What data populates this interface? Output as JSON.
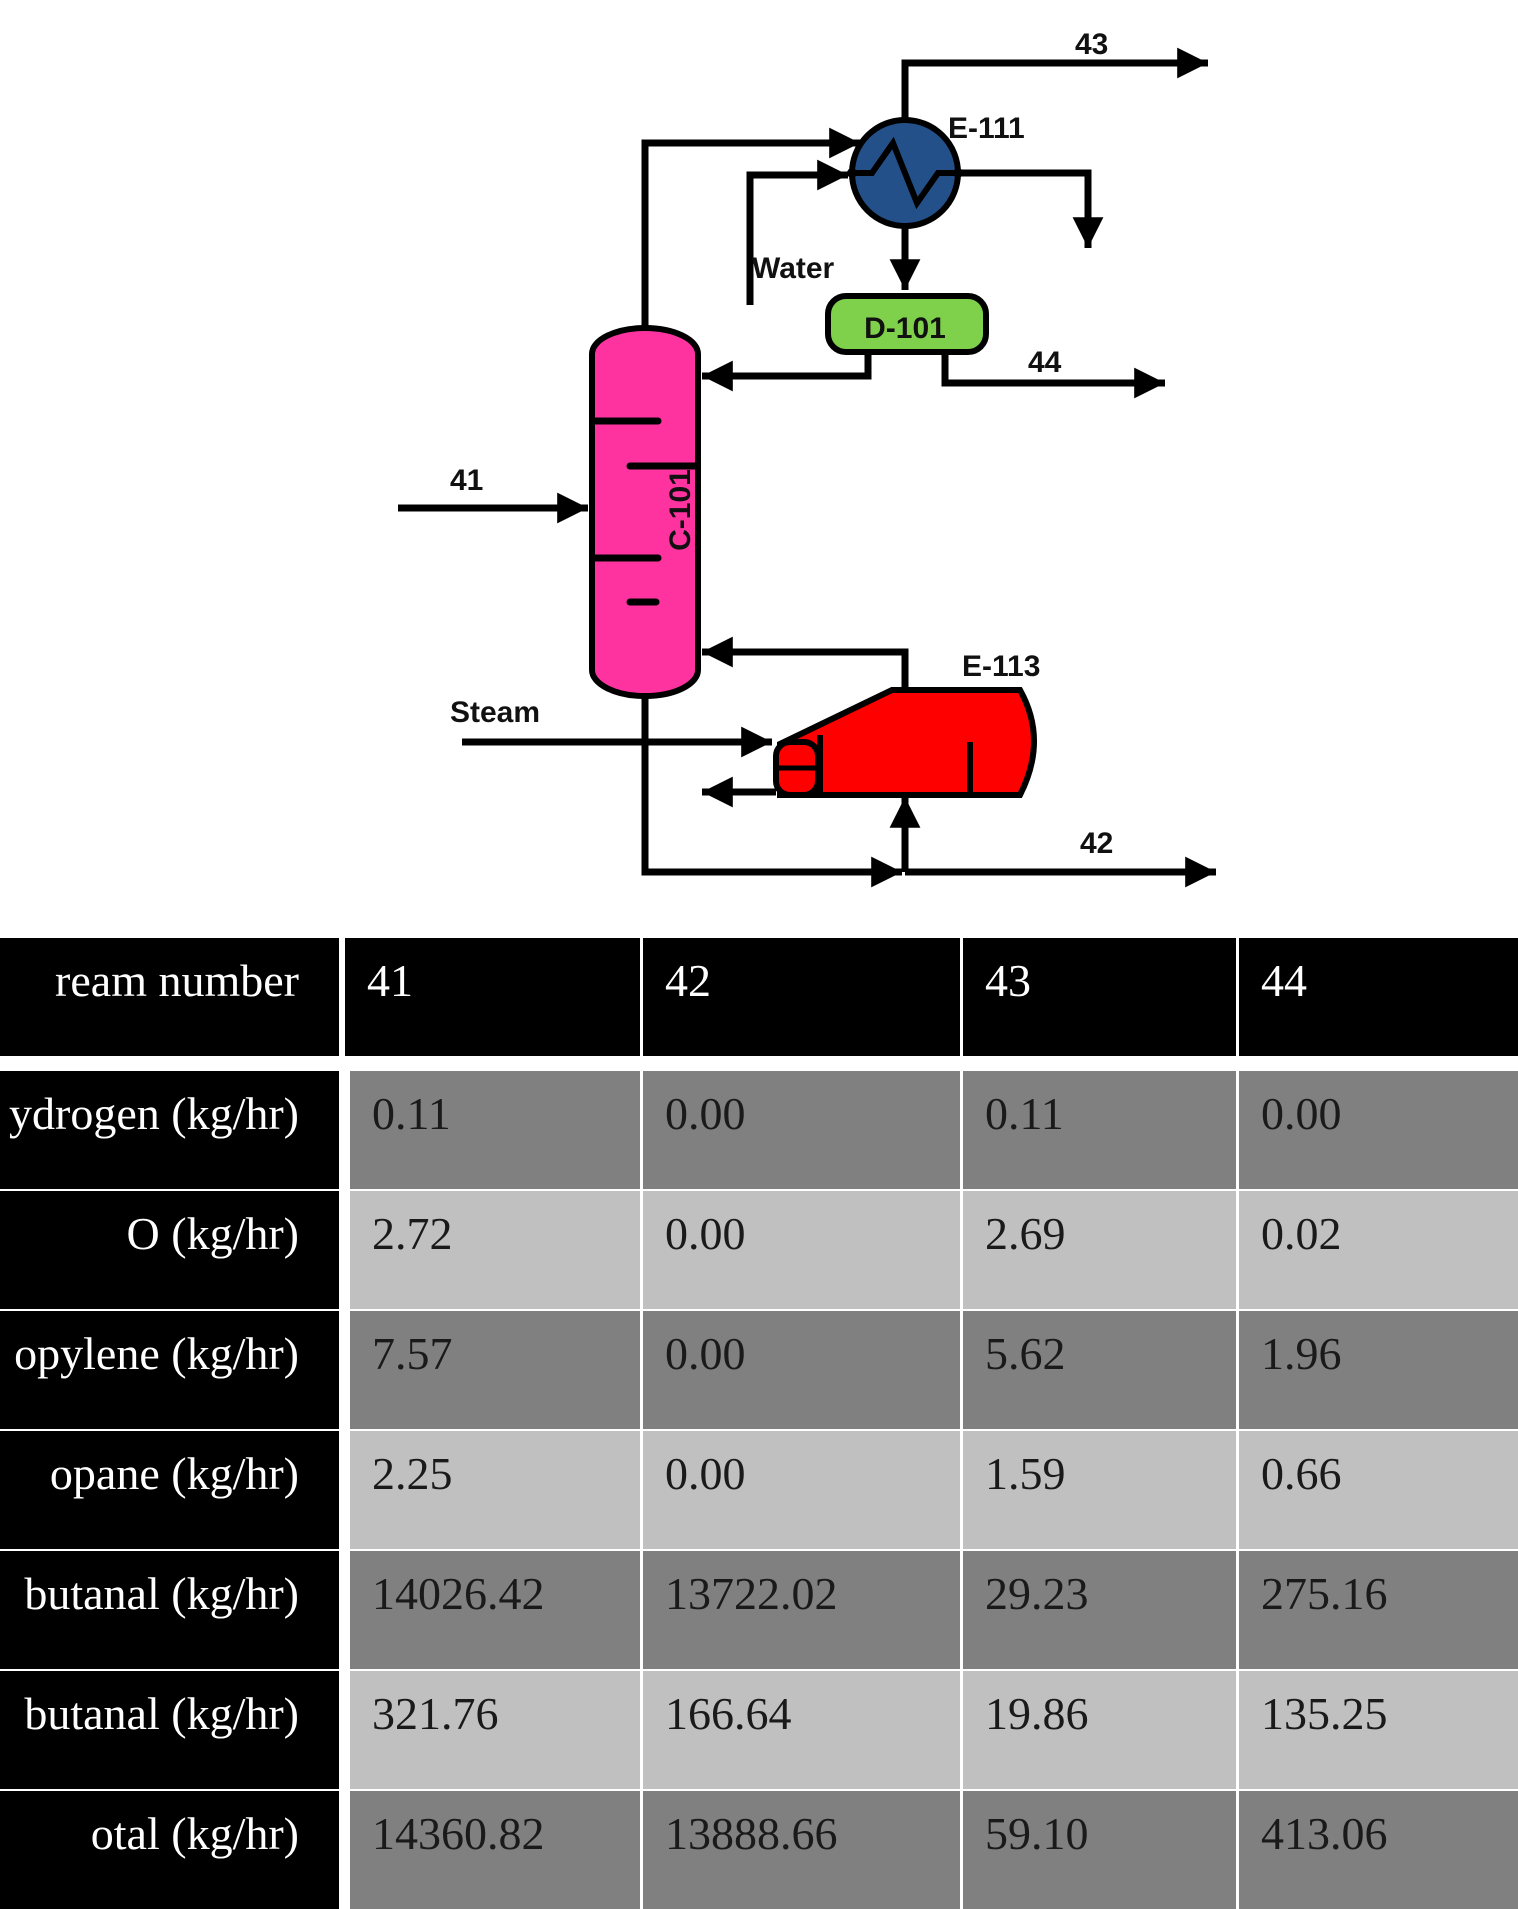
{
  "diagram": {
    "equipment": {
      "column": "C-101",
      "drum": "D-101",
      "condenser": "E-111",
      "reboiler": "E-113"
    },
    "streams": {
      "s41": "41",
      "s42": "42",
      "s43": "43",
      "s44": "44",
      "water": "Water",
      "steam": "Steam"
    },
    "colors": {
      "column": "#ff33a0",
      "drum": "#7fd04a",
      "condenser": "#24508a",
      "reboiler": "#ff0000",
      "line": "#000000"
    }
  },
  "table": {
    "header": [
      "ream number",
      "41",
      "42",
      "43",
      "44"
    ],
    "rows": [
      {
        "name": "ydrogen (kg/hr)",
        "values": [
          "0.11",
          "0.00",
          "0.11",
          "0.00"
        ]
      },
      {
        "name": "O (kg/hr)",
        "values": [
          "2.72",
          "0.00",
          "2.69",
          "0.02"
        ]
      },
      {
        "name": "opylene (kg/hr)",
        "values": [
          "7.57",
          "0.00",
          "5.62",
          "1.96"
        ]
      },
      {
        "name": "opane  (kg/hr)",
        "values": [
          "2.25",
          "0.00",
          "1.59",
          "0.66"
        ]
      },
      {
        "name": "butanal (kg/hr)",
        "values": [
          "14026.42",
          "13722.02",
          "29.23",
          "275.16"
        ]
      },
      {
        "name": "butanal (kg/hr)",
        "values": [
          "321.76",
          "166.64",
          "19.86",
          "135.25"
        ]
      },
      {
        "name": "otal (kg/hr)",
        "values": [
          "14360.82",
          "13888.66",
          "59.10",
          "413.06"
        ]
      }
    ]
  }
}
